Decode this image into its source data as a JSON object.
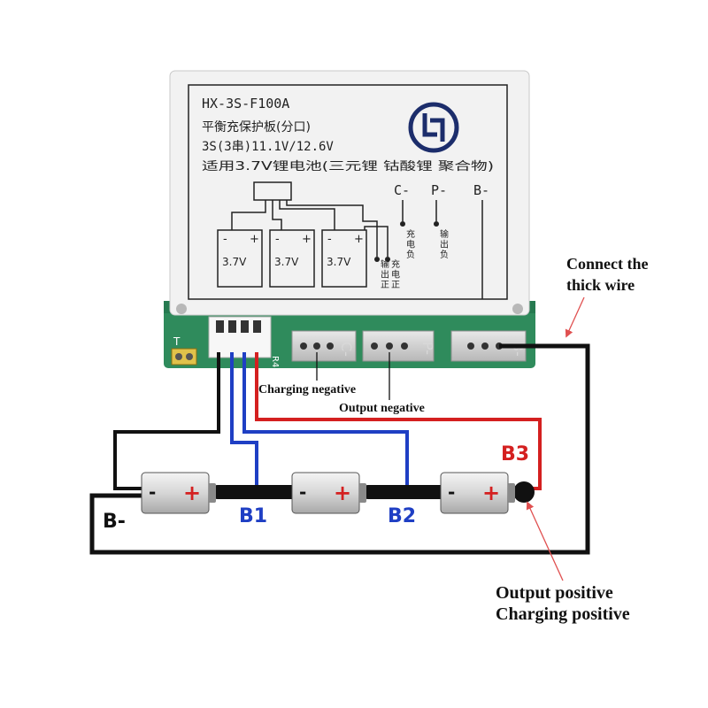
{
  "colors": {
    "pcb": "#2f8b5c",
    "label_plate": "#f2f2f2",
    "wire_black": "#111111",
    "wire_blue": "#1f3fc4",
    "wire_red": "#d42020",
    "callout_red": "#e05050"
  },
  "label": {
    "model": "HX-3S-F100A",
    "line2": "平衡充保护板(分口)",
    "line3": "3S(3串)11.1V/12.6V",
    "line4": "适用3.7V锂电池(三元锂 钴酸锂 聚合物)",
    "term_c": "C-",
    "term_p": "P-",
    "term_b": "B-",
    "cell_minus": "-",
    "cell_plus": "+",
    "cell_voltage": "3.7V",
    "c_note": "充\n电\n负",
    "p_note": "输\n出\n负",
    "out_pos_note": "输\n出\n正",
    "chg_pos_note": "充\n电\n正"
  },
  "board": {
    "silk_t": "T",
    "silk_r4": "R4",
    "silk_c": "C-",
    "silk_p": "P-",
    "silk_b": "B-"
  },
  "annotations": {
    "thick_wire_1": "Connect the",
    "thick_wire_2": "thick wire",
    "charging_negative": "Charging negative",
    "output_negative": "Output negative",
    "output_positive": "Output positive",
    "charging_positive": "Charging positive"
  },
  "nodes": {
    "b_minus": "B-",
    "b1": "B1",
    "b2": "B2",
    "b3": "B3"
  },
  "batteries": [
    {
      "minus": "-",
      "plus": "+"
    },
    {
      "minus": "-",
      "plus": "+"
    },
    {
      "minus": "-",
      "plus": "+"
    }
  ]
}
